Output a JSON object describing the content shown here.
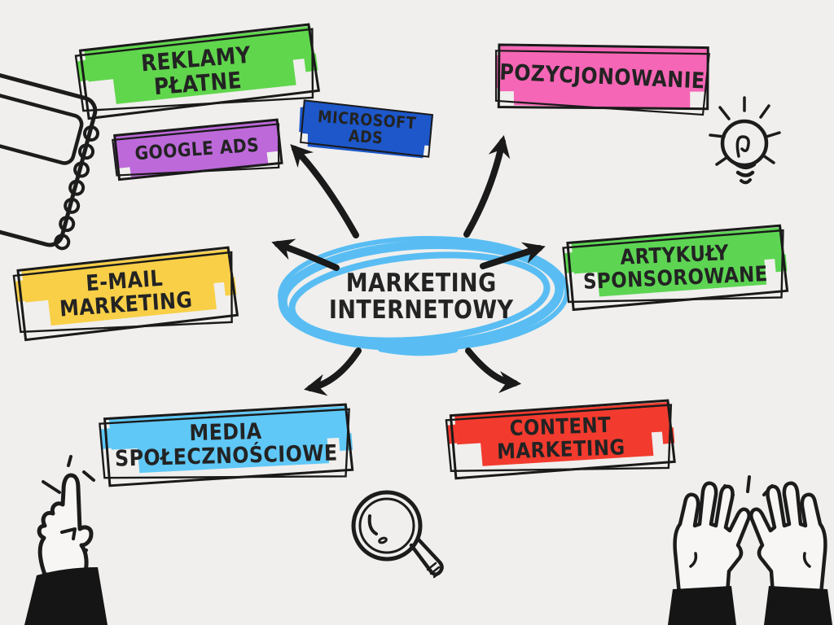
{
  "center": {
    "label": "MARKETING INTERNETOWY",
    "lines": [
      "MARKETING",
      "INTERNETOWY"
    ]
  },
  "topics": [
    {
      "label": "REKLAMY PŁATNE",
      "lines": [
        "REKLAMY",
        "PŁATNE"
      ],
      "color": "#60d64c"
    },
    {
      "label": "GOOGLE ADS",
      "lines": [
        "GOOGLE ADS"
      ],
      "color": "#bd69da"
    },
    {
      "label": "MICROSOFT ADS",
      "lines": [
        "MICROSOFT",
        "ADS"
      ],
      "color": "#1d57c9"
    },
    {
      "label": "POZYCJONOWANIE",
      "lines": [
        "POZYCJONOWANIE"
      ],
      "color": "#f666b6"
    },
    {
      "label": "E-MAIL MARKETING",
      "lines": [
        "E-MAIL",
        "MARKETING"
      ],
      "color": "#f8cf47"
    },
    {
      "label": "ARTYKUŁY SPONSOROWANE",
      "lines": [
        "ARTYKUŁY",
        "SPONSOROWANE"
      ],
      "color": "#5dd553"
    },
    {
      "label": "MEDIA SPOŁECZNOŚCIOWE",
      "lines": [
        "MEDIA",
        "SPOŁECZNOŚCIOWE"
      ],
      "color": "#5fc8f7"
    },
    {
      "label": "CONTENT MARKETING",
      "lines": [
        "CONTENT",
        "MARKETING"
      ],
      "color": "#f23b2e"
    }
  ],
  "colors": {
    "background": "#f0efed",
    "ink": "#1a1a1a",
    "center_ring": "#59bdf3",
    "text": "#232323"
  },
  "decorations": {
    "top_left": "spiral-notebook-doodle",
    "top_right": "lightbulb-doodle",
    "bottom_left": "pointing-hand-doodle",
    "bottom_center": "magnifying-glass-doodle",
    "bottom_right": "celebrating-hands-doodle"
  }
}
